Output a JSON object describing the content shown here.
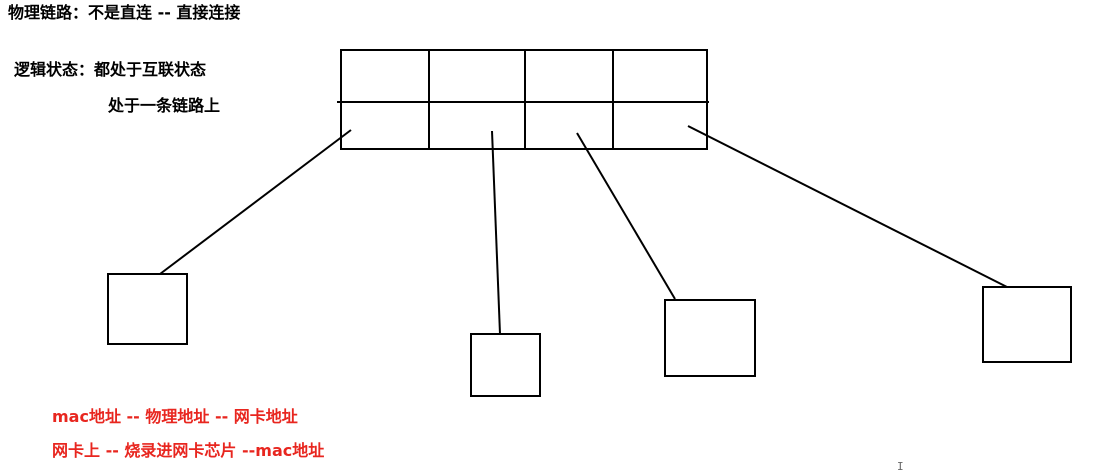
{
  "labels": {
    "physical_link": "物理链路：不是直连 -- 直接连接",
    "logical_state": "逻辑状态：都处于互联状态",
    "on_one_link": "处于一条链路上",
    "mac_line1": "mac地址 -- 物理地址  -- 网卡地址",
    "mac_line2": "网卡上 -- 烧录进网卡芯片 --mac地址"
  },
  "cursor_glyph": "I",
  "colors": {
    "text": "#000000",
    "note": "#e8261f",
    "stroke": "#000000"
  }
}
